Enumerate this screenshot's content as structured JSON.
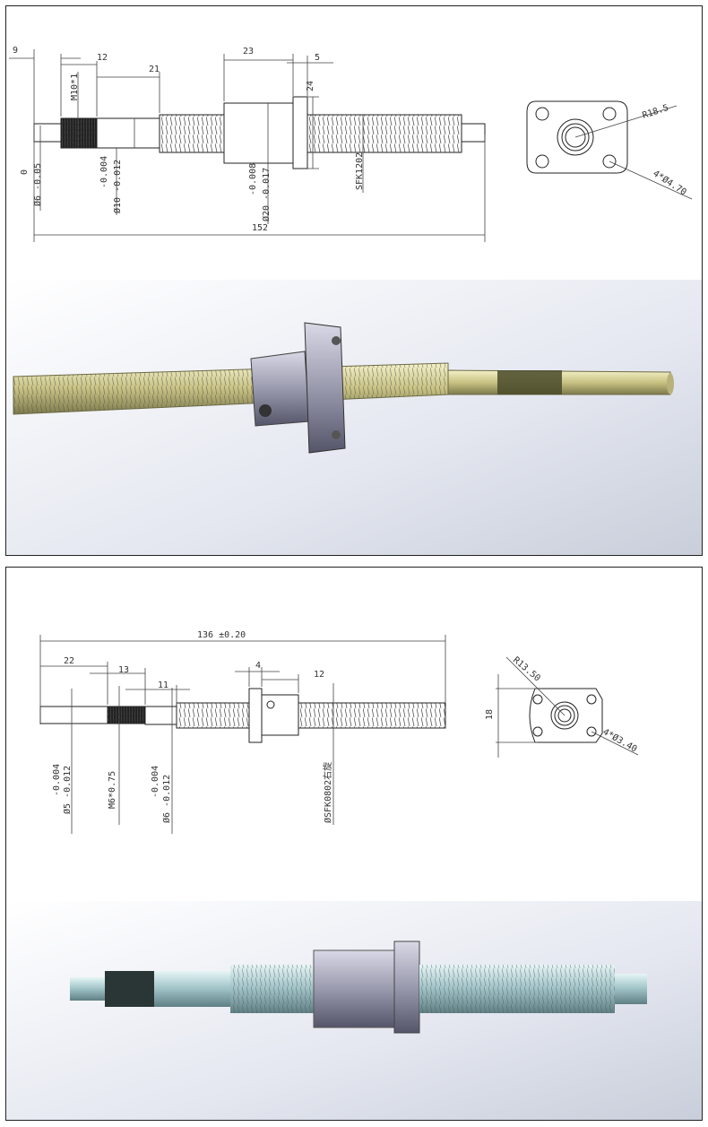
{
  "drawing_1": {
    "dims": {
      "d9": "9",
      "d12": "12",
      "d21": "21",
      "d23": "23",
      "d5": "5",
      "d24": "24",
      "d152": "152",
      "thread": "M10*1",
      "tol_6_upper": "0",
      "dia_6": "Ø6 -0.05",
      "tol_10_upper": "-0.004",
      "dia_10": "Ø10 -0.012",
      "tol_20_upper": "-0.008",
      "dia_20": "Ø20 -0.017",
      "model": "SFK1202",
      "radius": "R18.5",
      "holes": "4*Ø4.70"
    },
    "render_color": "#d8d49a"
  },
  "drawing_2": {
    "dims": {
      "overall": "136 ±0.20",
      "d22": "22",
      "d13": "13",
      "d11": "11",
      "d4": "4",
      "d12": "12",
      "tol_5_upper": "-0.004",
      "dia_5": "Ø5 -0.012",
      "thread": "M6*0.75",
      "tol_6_upper": "-0.004",
      "dia_6": "Ø6 -0.012",
      "model": "ØSFK0802右旋",
      "height": "18",
      "radius": "R13.50",
      "holes": "4*Ø3.40"
    },
    "render_color": "#9fc4c8"
  }
}
